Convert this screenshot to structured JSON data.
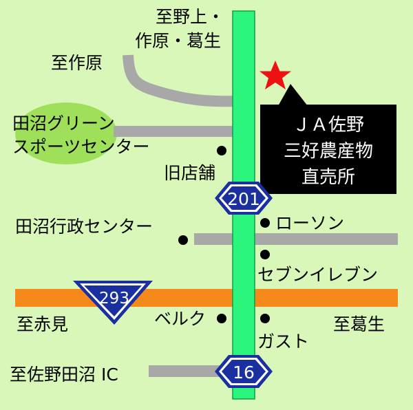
{
  "labels": {
    "to_nokami_1": "至野上・",
    "to_nokami_2": "作原・葛生",
    "to_sakuhara": "至作原",
    "park_1": "田沼グリーン",
    "park_2": "スポーツセンター",
    "old_store": "旧店舗",
    "admin_center": "田沼行政センター",
    "lawson": "ローソン",
    "seven_eleven": "セブンイレブン",
    "to_akami": "至赤見",
    "beruku": "ベルク",
    "to_kuzuu": "至葛生",
    "gusto": "ガスト",
    "to_sano_ic": "至佐野田沼 IC"
  },
  "store_box": {
    "line1": "ＪＡ佐野",
    "line2": "三好農産物",
    "line3": "直売所"
  },
  "route_shields": {
    "r201": "201",
    "r293": "293",
    "r16": "16"
  },
  "colors": {
    "background": "#d8f7b8",
    "main_road": "#2cf57e",
    "route_293": "#f58a1a",
    "side_road": "#a8a8a8",
    "park": "#9ee05a",
    "shield": "#1a2fa0",
    "star": "#ee1111",
    "store_box": "#000000"
  }
}
